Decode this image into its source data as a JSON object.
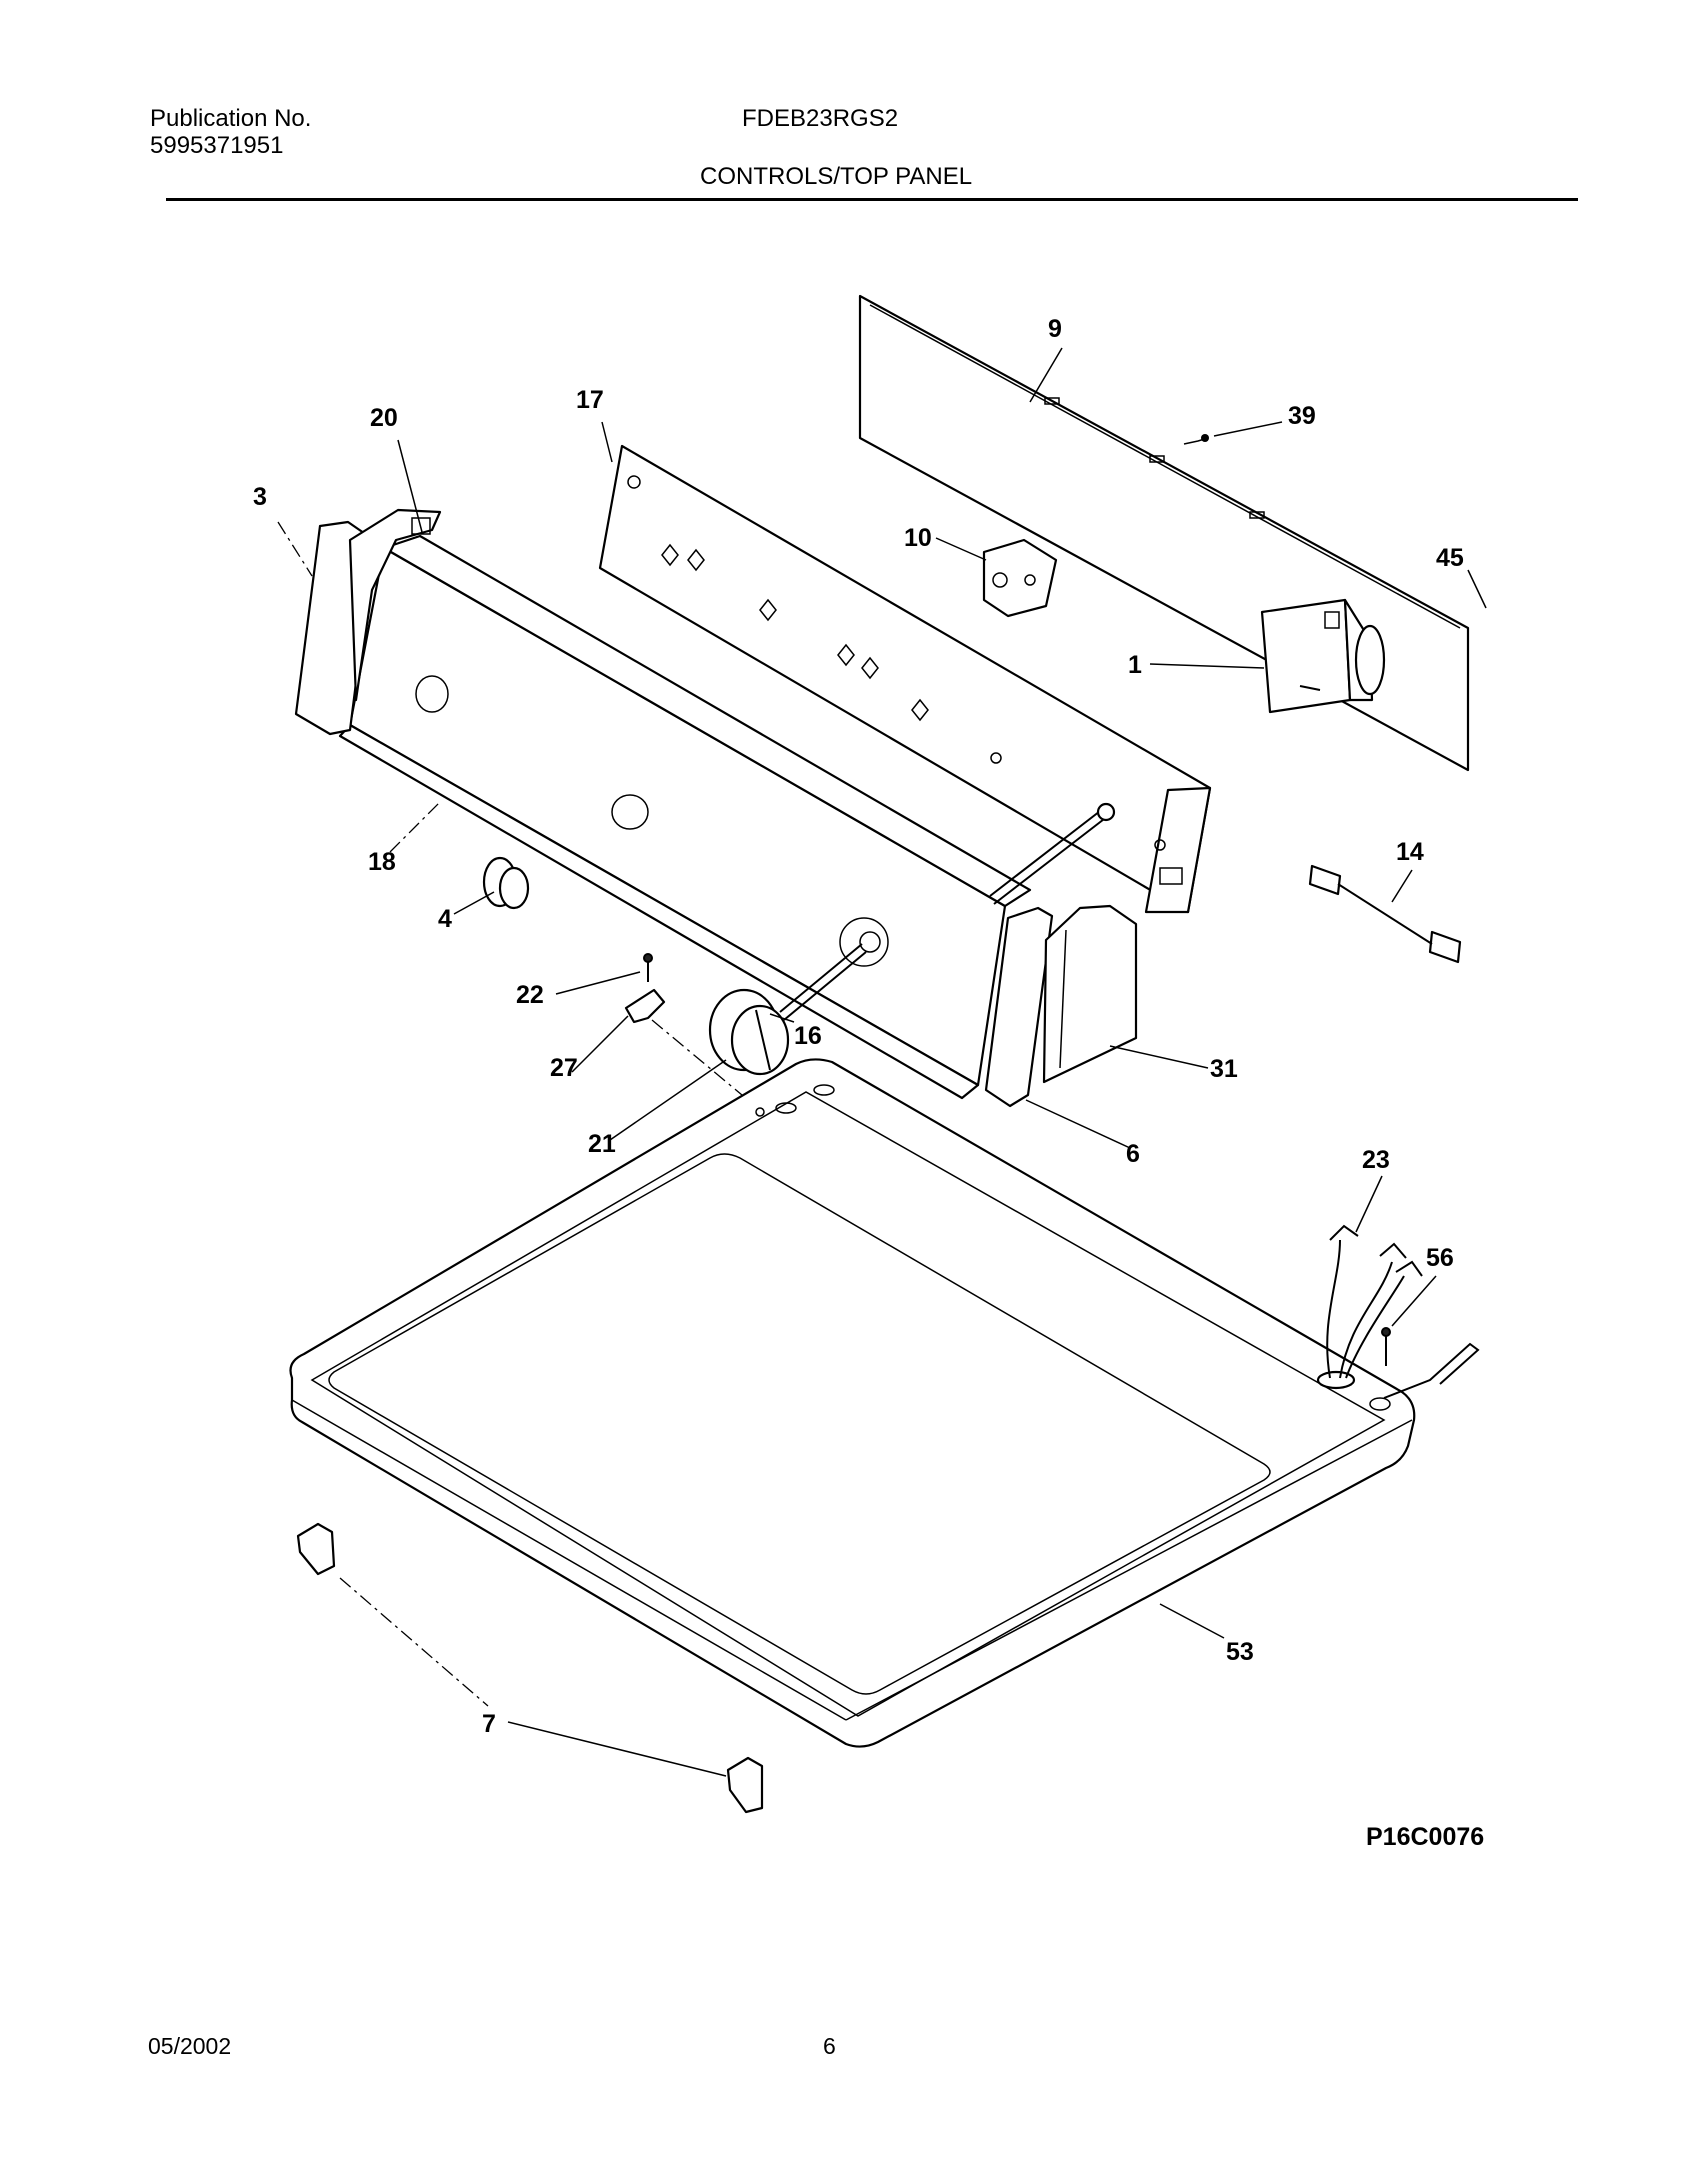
{
  "header": {
    "publication_label": "Publication No.",
    "publication_number": "5995371951",
    "model": "FDEB23RGS2",
    "section_title": "CONTROLS/TOP PANEL"
  },
  "diagram": {
    "callouts": [
      "9",
      "39",
      "20",
      "17",
      "3",
      "10",
      "45",
      "1",
      "18",
      "14",
      "4",
      "22",
      "16",
      "27",
      "31",
      "21",
      "6",
      "23",
      "56",
      "53",
      "7"
    ],
    "drawing_code": "P16C0076"
  },
  "footer": {
    "date": "05/2002",
    "page_number": "6"
  }
}
